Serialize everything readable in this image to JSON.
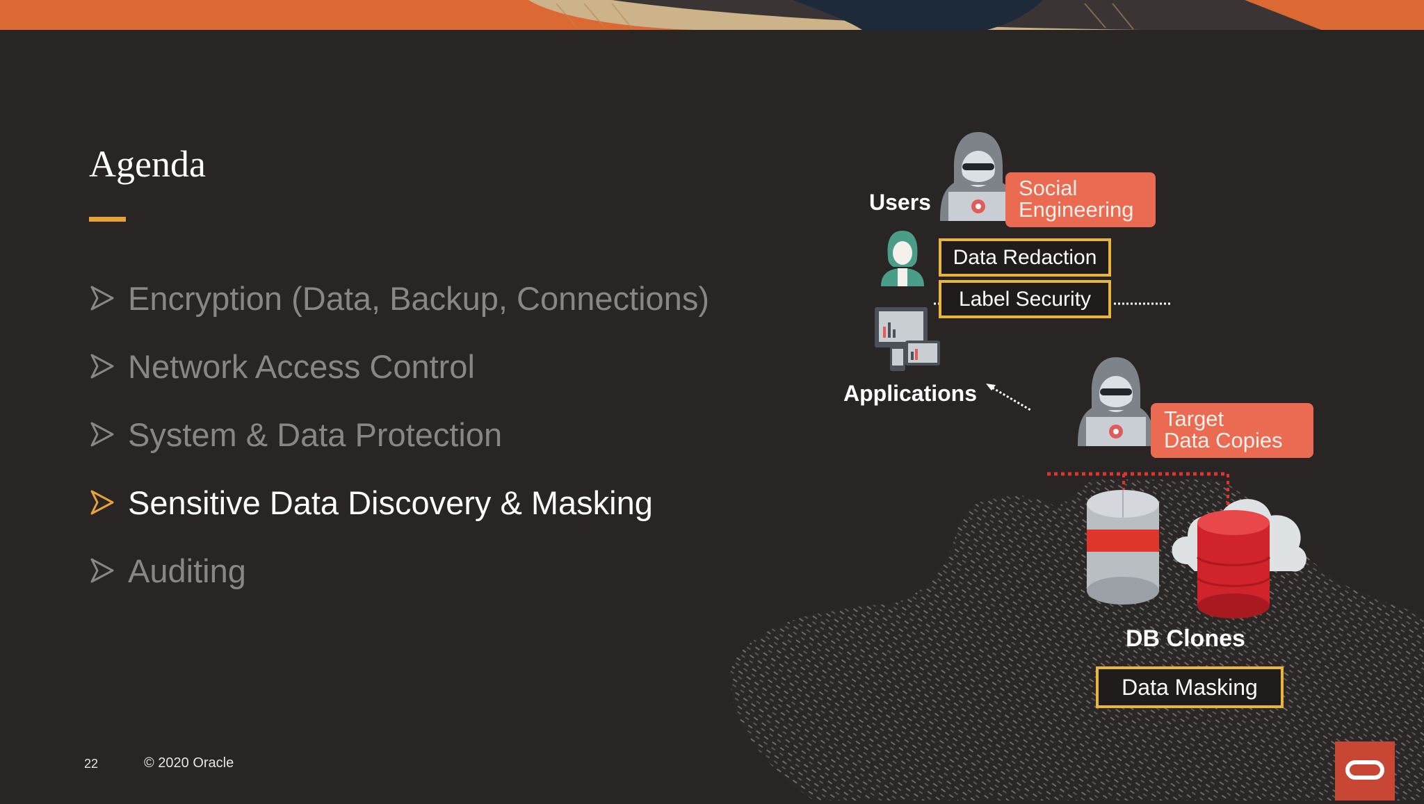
{
  "slide": {
    "title": "Agenda",
    "page_number": "22",
    "copyright": "© 2020 Oracle"
  },
  "agenda": {
    "items": [
      {
        "label": "Encryption (Data, Backup, Connections)",
        "active": false
      },
      {
        "label": "Network Access Control",
        "active": false
      },
      {
        "label": "System & Data Protection",
        "active": false
      },
      {
        "label": "Sensitive Data Discovery & Masking",
        "active": true
      },
      {
        "label": "Auditing",
        "active": false
      }
    ]
  },
  "diagram": {
    "users_label": "Users",
    "applications_label": "Applications",
    "social_engineering": {
      "line1": "Social",
      "line2": "Engineering"
    },
    "data_redaction": "Data Redaction",
    "label_security": "Label Security",
    "target_copies": {
      "line1": "Target",
      "line2": "Data Copies"
    },
    "db_clones_label": "DB Clones",
    "data_masking": "Data Masking"
  },
  "colors": {
    "background": "#292524",
    "accent_yellow": "#e8a23a",
    "callout_salmon": "#ea6a52",
    "oracle_red": "#c74634",
    "inactive_text": "#8a8684",
    "active_text": "#ffffff"
  },
  "icons": [
    "chevron-right-icon",
    "hacker-icon",
    "user-icon",
    "application-devices-icon",
    "database-icon",
    "cloud-database-icon",
    "oracle-logo-icon"
  ]
}
